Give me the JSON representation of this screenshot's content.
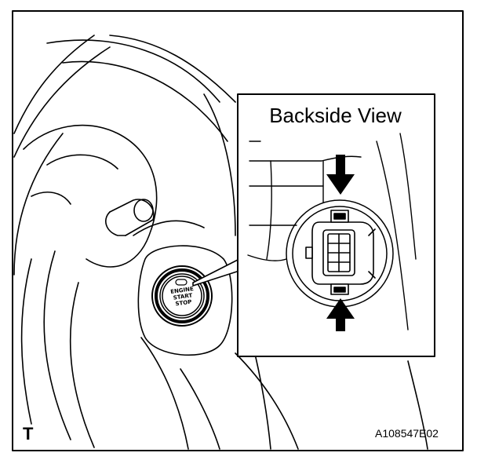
{
  "inset": {
    "title": "Backside View"
  },
  "button": {
    "line1": "ENGINE",
    "line2": "START",
    "line3": "STOP"
  },
  "footer": {
    "view_letter": "T",
    "figure_code": "A108547E02"
  }
}
